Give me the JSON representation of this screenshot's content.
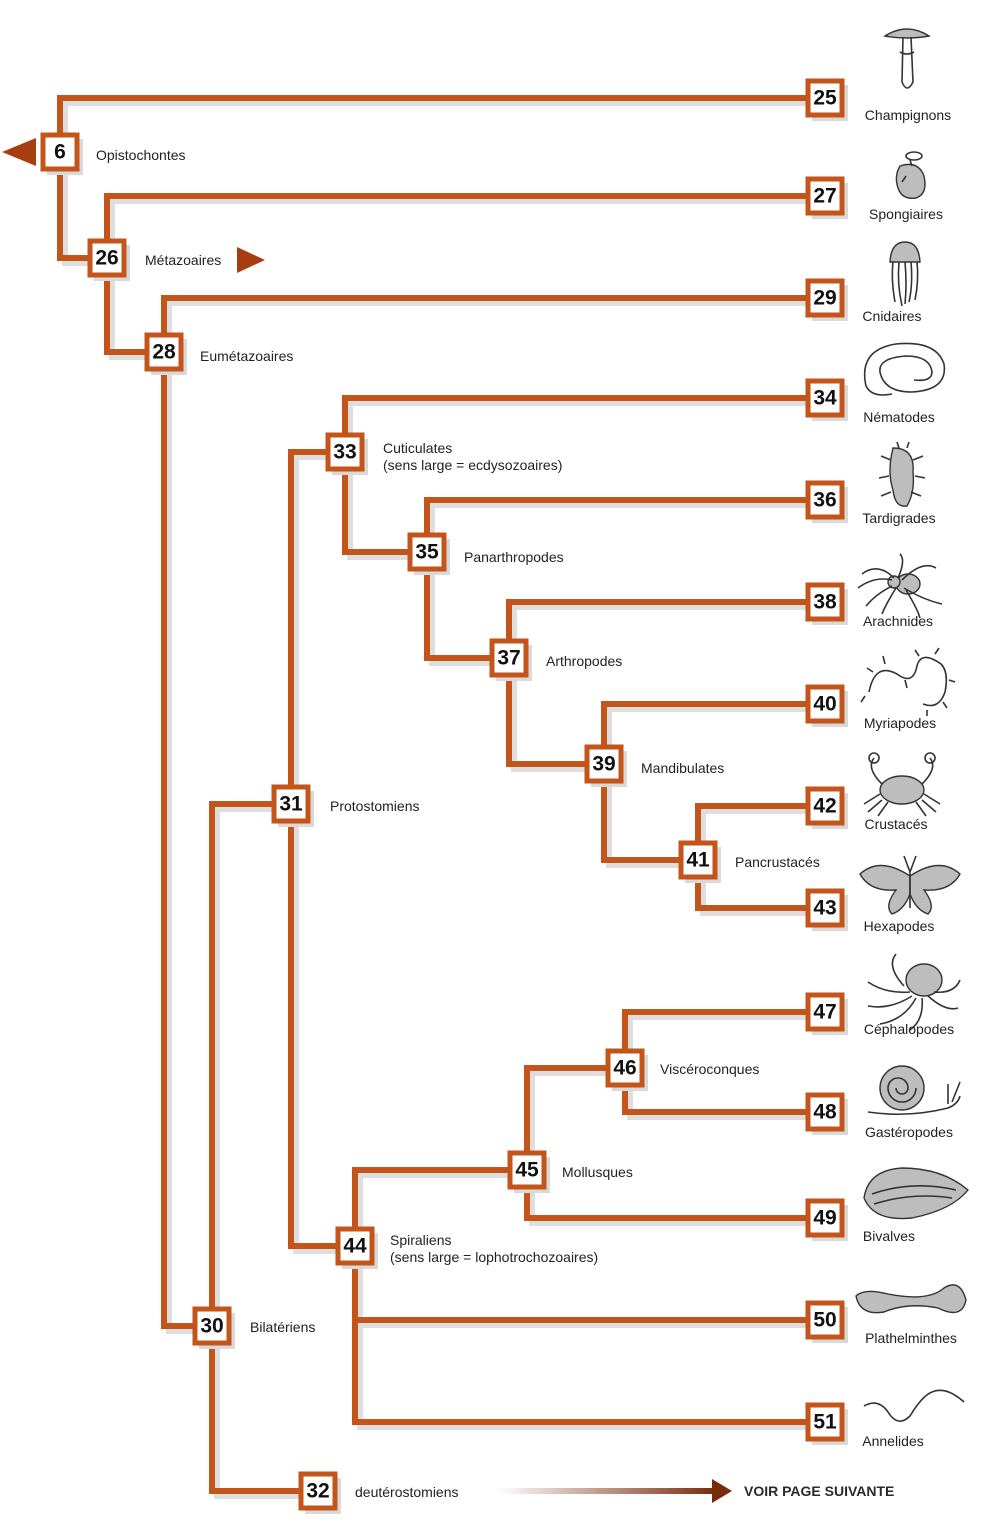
{
  "colors": {
    "branch": "#c3541a",
    "arrow": "#a63e12"
  },
  "nodes": {
    "n6": "6",
    "n25": "25",
    "n26": "26",
    "n27": "27",
    "n28": "28",
    "n29": "29",
    "n30": "30",
    "n31": "31",
    "n32": "32",
    "n33": "33",
    "n34": "34",
    "n35": "35",
    "n36": "36",
    "n37": "37",
    "n38": "38",
    "n39": "39",
    "n40": "40",
    "n41": "41",
    "n42": "42",
    "n43": "43",
    "n44": "44",
    "n45": "45",
    "n46": "46",
    "n47": "47",
    "n48": "48",
    "n49": "49",
    "n50": "50",
    "n51": "51"
  },
  "clades": {
    "opistochontes": "Opistochontes",
    "metazoaires": "Métazoaires",
    "eumetazoaires": "Eumétazoaires",
    "cuticulates_1": "Cuticulates",
    "cuticulates_2": "(sens large = ecdysozoaires)",
    "panarthropodes": "Panarthropodes",
    "arthropodes": "Arthropodes",
    "mandibulates": "Mandibulates",
    "pancrustaces": "Pancrustacés",
    "protostomiens": "Protostomiens",
    "spiraliens_1": "Spiraliens",
    "spiraliens_2": "(sens large = lophotrochozoaires)",
    "mollusques": "Mollusques",
    "visceroconques": "Viscéroconques",
    "bilateriens": "Bilatériens",
    "deuterostomiens": "deutérostomiens"
  },
  "taxa": {
    "champignons": "Champignons",
    "spongiaires": "Spongiaires",
    "cnidaires": "Cnidaires",
    "nematodes": "Nématodes",
    "tardigrades": "Tardigrades",
    "arachnides": "Arachnides",
    "myriapodes": "Myriapodes",
    "crustaces": "Crustacés",
    "hexapodes": "Hexapodes",
    "cephalopodes": "Céphalopodes",
    "gasteropodes": "Gastéropodes",
    "bivalves": "Bivalves",
    "plathelminthes": "Plathelminthes",
    "annelides": "Annelides"
  },
  "icons": {
    "champignons": "mushroom-icon",
    "spongiaires": "sponge-icon",
    "cnidaires": "jellyfish-icon",
    "nematodes": "nematode-icon",
    "tardigrades": "tardigrade-icon",
    "arachnides": "spider-icon",
    "myriapodes": "millipede-icon",
    "crustaces": "crab-icon",
    "hexapodes": "butterfly-icon",
    "cephalopodes": "octopus-icon",
    "gasteropodes": "snail-icon",
    "bivalves": "mussel-icon",
    "plathelminthes": "flatworm-icon",
    "annelides": "earthworm-icon"
  },
  "footer": {
    "next_page": "VOIR PAGE SUIVANTE"
  }
}
